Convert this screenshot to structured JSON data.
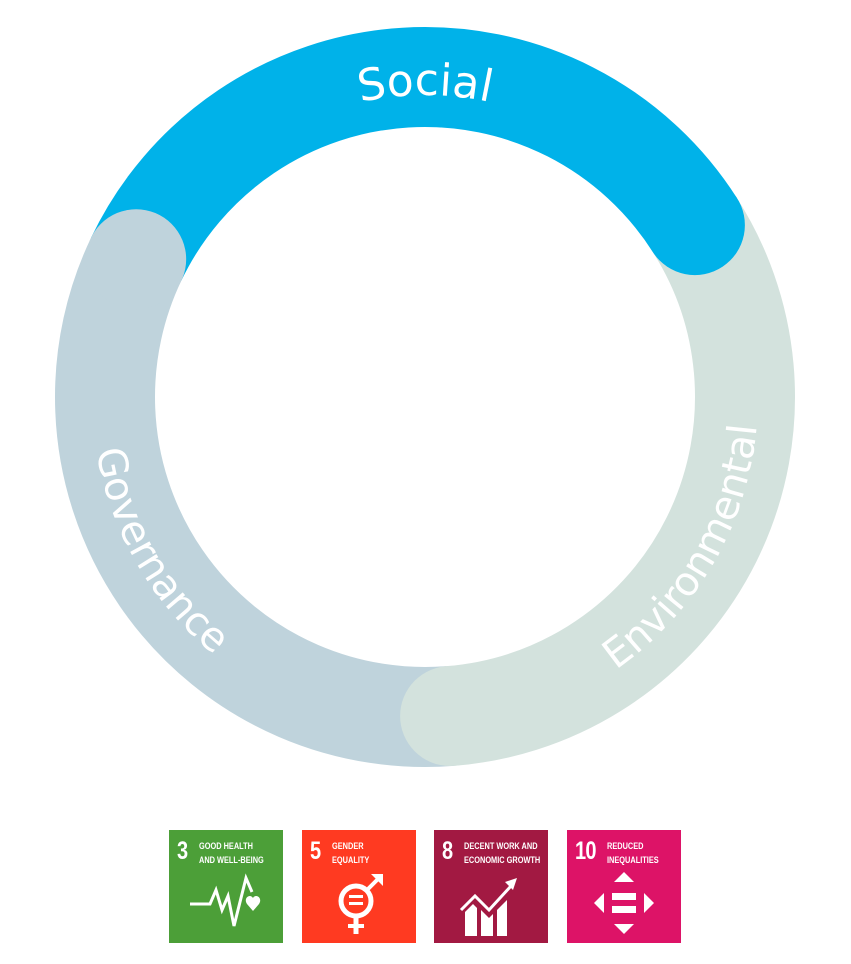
{
  "ring": {
    "segments": [
      {
        "label": "Social",
        "color": "#00b2e9"
      },
      {
        "label": "Governance",
        "color": "#bfd3dc"
      },
      {
        "label": "Environmental",
        "color": "#d3e2dd"
      }
    ]
  },
  "sdgs": [
    {
      "number": "3",
      "title_line1": "Good Health",
      "title_line2": "and Well-Being",
      "color": "#4c9f38",
      "icon": "heartbeat-icon"
    },
    {
      "number": "5",
      "title_line1": "Gender",
      "title_line2": "Equality",
      "color": "#ff3a21",
      "icon": "gender-equality-icon"
    },
    {
      "number": "8",
      "title_line1": "Decent Work and",
      "title_line2": "Economic Growth",
      "color": "#a21942",
      "icon": "growth-chart-icon"
    },
    {
      "number": "10",
      "title_line1": "Reduced",
      "title_line2": "Inequalities",
      "color": "#dd1367",
      "icon": "reduced-inequalities-icon"
    }
  ]
}
